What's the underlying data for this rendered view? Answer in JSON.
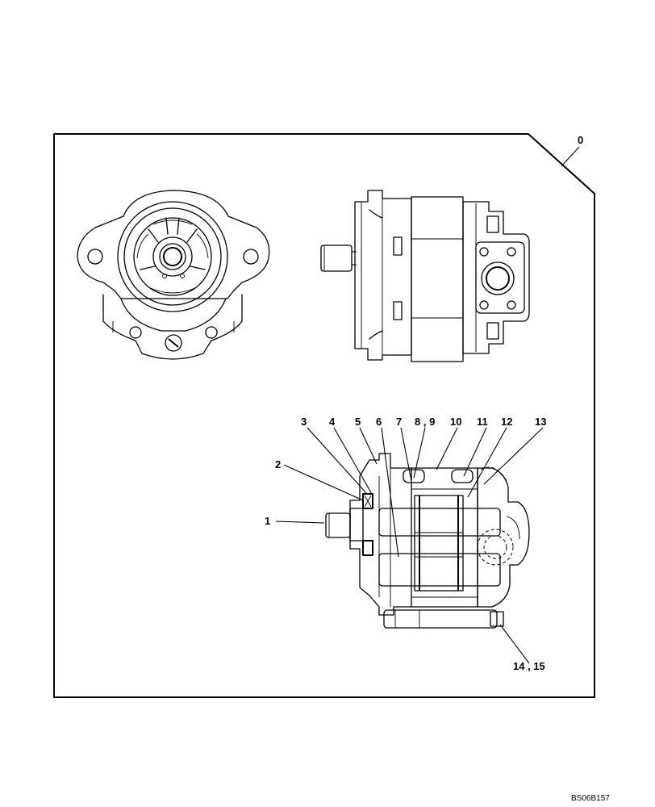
{
  "callouts": {
    "c0": "0",
    "c1": "1",
    "c2": "2",
    "c3": "3",
    "c4": "4",
    "c5": "5",
    "c6": "6",
    "c7": "7",
    "c89": "8 , 9",
    "c10": "10",
    "c11": "11",
    "c12": "12",
    "c13": "13",
    "c1415": "14 , 15"
  },
  "drawing_code": "BS06B157"
}
